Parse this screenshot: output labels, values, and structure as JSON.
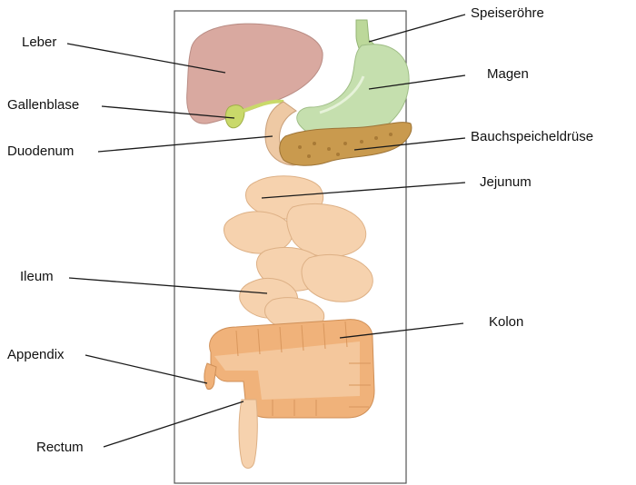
{
  "labels": {
    "leber": "Leber",
    "gallenblase": "Gallenblase",
    "duodenum": "Duodenum",
    "ileum": "Ileum",
    "appendix": "Appendix",
    "rectum": "Rectum",
    "speiseroehre": "Speiseröhre",
    "magen": "Magen",
    "bauchspeicheldruese": "Bauchspeicheldrüse",
    "jejunum": "Jejunum",
    "kolon": "Kolon"
  },
  "colors": {
    "liver": "#d9a9a0",
    "gallbladder": "#c9d96a",
    "stomach": "#c5dfae",
    "esophagus": "#bcd89a",
    "pancreas": "#c99a4e",
    "intestine": "#f4c79c",
    "colon": "#f0b27a",
    "frame": "#555555"
  }
}
